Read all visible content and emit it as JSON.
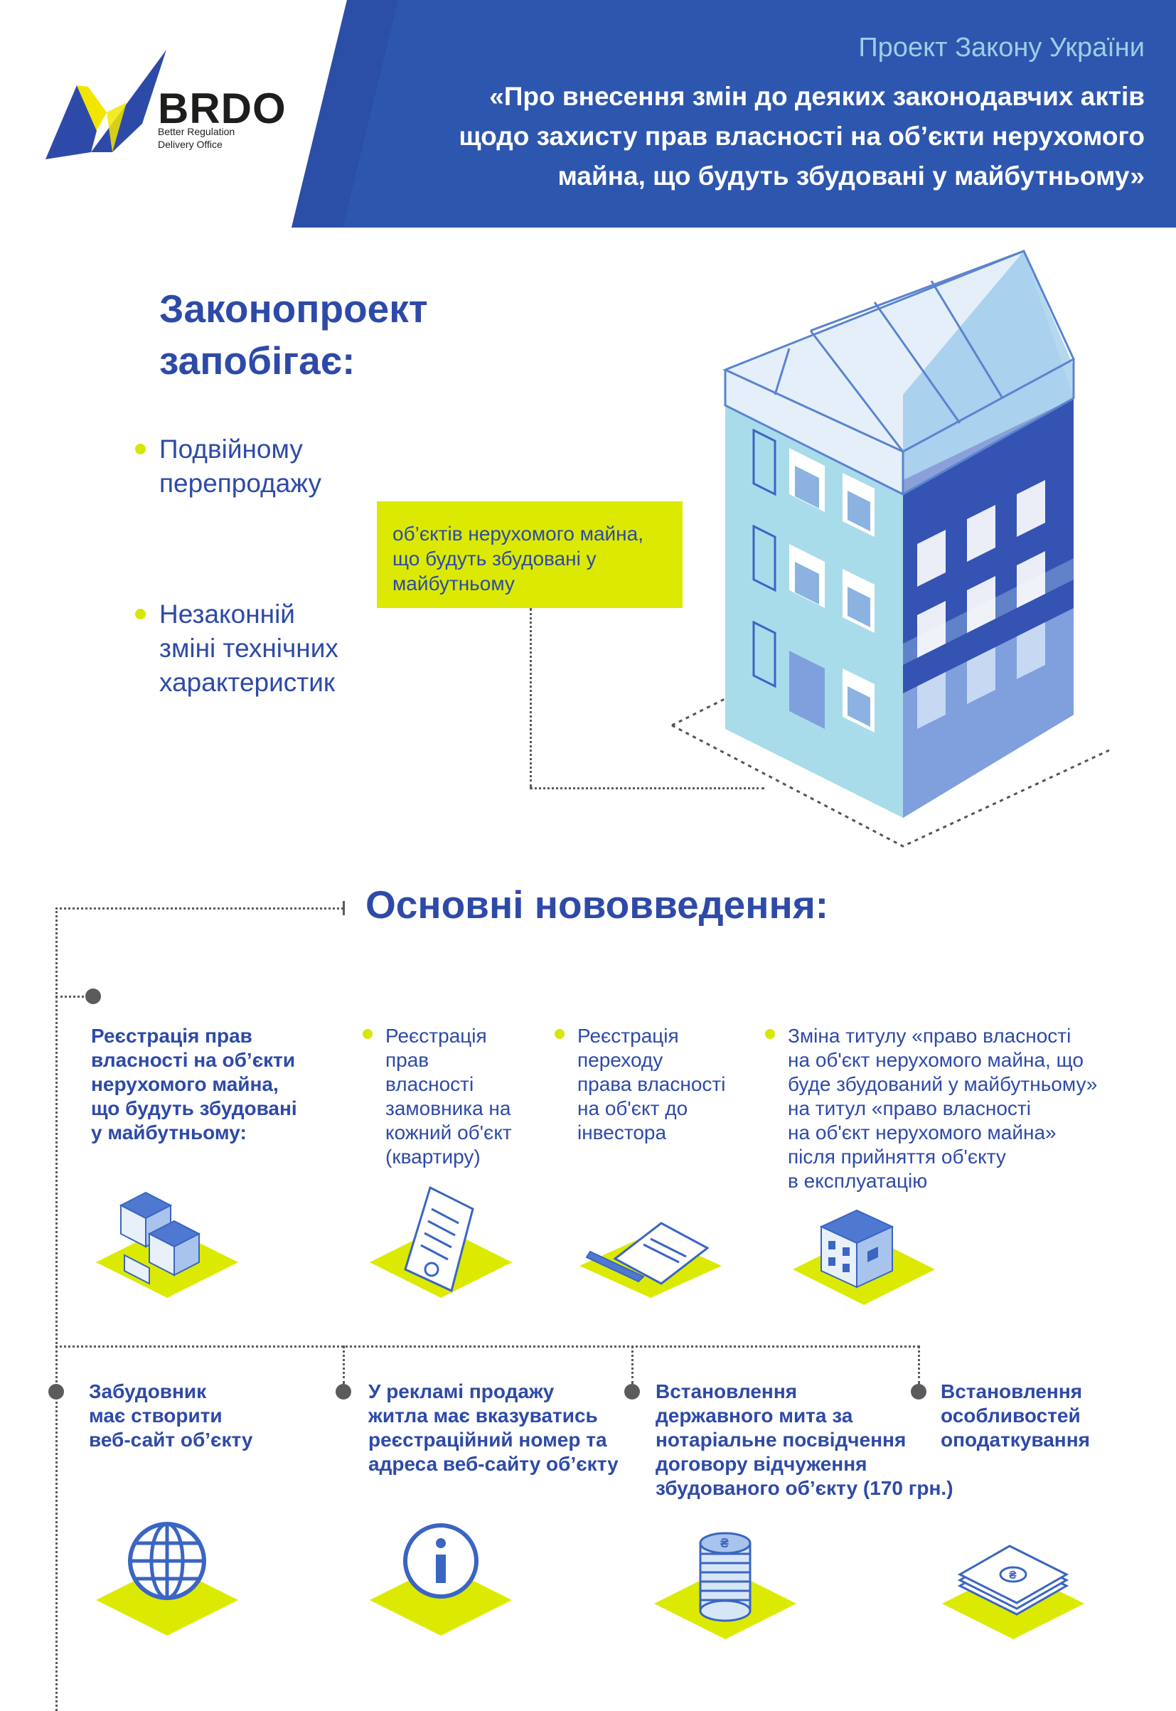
{
  "logo": {
    "word": "BRDO",
    "sub_line1": "Better Regulation",
    "sub_line2": "Delivery Office",
    "icon": "brdo-logo-mark"
  },
  "header": {
    "subtitle": "Проект Закону України",
    "title_line1": "«Про внесення змін до деяких законодавчих актів",
    "title_line2": "щодо захисту прав власності на об’єкти нерухомого",
    "title_line3": "майна, що будуть збудовані у майбутньому»"
  },
  "prevents": {
    "title_line1": "Законопроект",
    "title_line2": "запобігає:",
    "items": [
      {
        "line1": "Подвійному",
        "line2": "перепродажу"
      },
      {
        "line1": "Незаконній",
        "line2": "зміні технічних",
        "line3": "характеристик"
      }
    ],
    "callout": {
      "line1": "об’єктів нерухомого майна,",
      "line2": "що будуть збудовані у",
      "line3": "майбутньому"
    }
  },
  "innovations": {
    "title": "Основні нововведення:",
    "registration": {
      "heading_lines": [
        "Реєстрація прав",
        "власності на об’єкти",
        "нерухомого майна,",
        "що будуть збудовані",
        "у майбутньому:"
      ],
      "items": [
        {
          "lines": [
            "Реєстрація",
            "прав",
            "власності",
            "замовника на",
            "кожний об'єкт",
            "(квартиру)"
          ]
        },
        {
          "lines": [
            "Реєстрація",
            "переходу",
            "права власності",
            "на об'єкт до",
            "інвестора"
          ]
        },
        {
          "lines": [
            "Зміна титулу «право власності",
            "на об'єкт нерухомого майна, що",
            "буде збудований у майбутньому»",
            "на титул «право власності",
            "на об'єкт нерухомого майна»",
            "після прийняття об'єкту",
            "в експлуатацію"
          ]
        }
      ]
    },
    "bottom": [
      {
        "lines": [
          "Забудовник",
          "має створити",
          "веб-сайт об’єкту"
        ],
        "icon": "globe-icon"
      },
      {
        "lines": [
          "У рекламі продажу",
          "житла має вказуватись",
          "реєстраційний номер та",
          "адреса веб-сайту об’єкту"
        ],
        "icon": "info-icon"
      },
      {
        "lines": [
          "Встановлення",
          "державного мита за",
          "нотаріальне посвідчення",
          "договору відчуження",
          "збудованого об’єкту (170 грн.)"
        ],
        "icon": "coins-icon"
      },
      {
        "lines": [
          "Встановлення",
          "особливостей",
          "оподаткування"
        ],
        "icon": "banknotes-icon"
      }
    ]
  },
  "colors": {
    "header_blue": "#2d56ae",
    "header_blue_dark": "#2a4a9e",
    "title_blue": "#2e4aa8",
    "light_blue": "#9ecde8",
    "accent_yellow": "#dbea00",
    "building_light": "#a9dcea",
    "building_dark": "#3453b3"
  }
}
